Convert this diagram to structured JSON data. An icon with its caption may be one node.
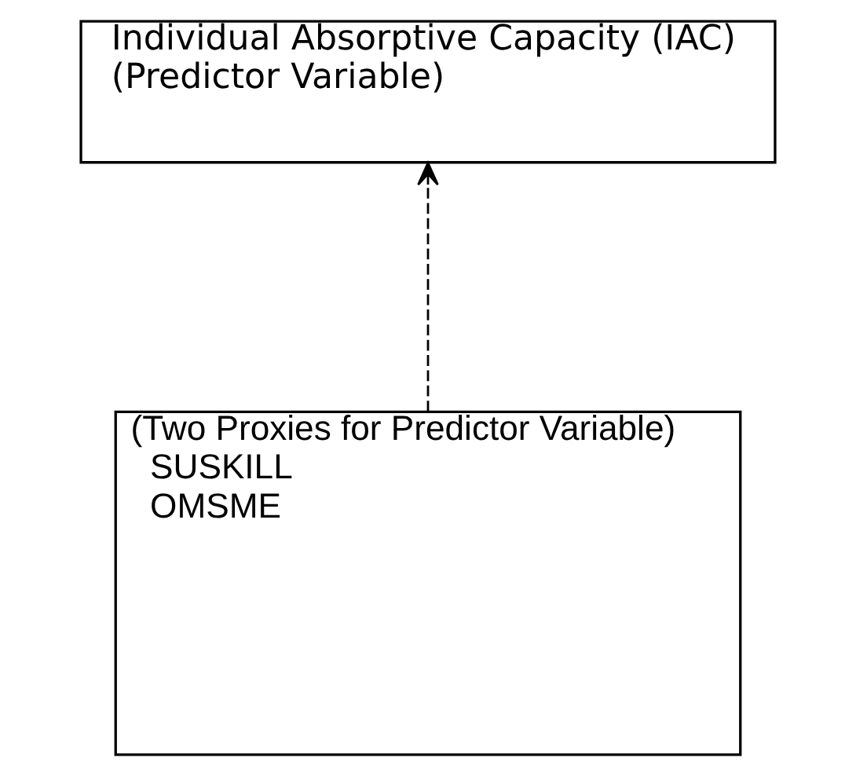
{
  "diagram": {
    "nodes": [
      {
        "text": [
          "Individual Absorptive Capacity (IAC)",
          "(Predictor Variable)"
        ]
      },
      {
        "text": [
          "(Two Proxies for Predictor Variable)",
          "SUSKILL",
          "OMSME"
        ]
      }
    ],
    "edges": [
      {
        "from": 1,
        "to": 0,
        "arrow": "to",
        "style": "dashed"
      }
    ]
  }
}
